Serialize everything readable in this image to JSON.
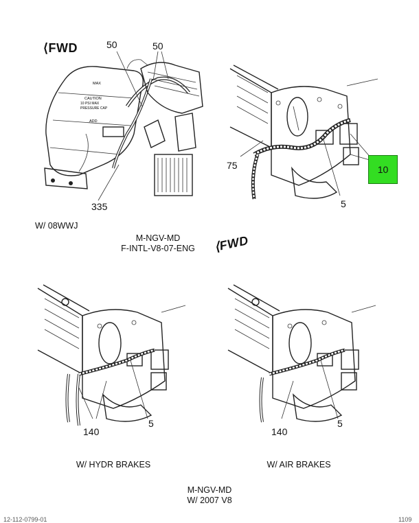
{
  "top_left": {
    "fwd_label": "FWD",
    "callouts": [
      "50",
      "50",
      "335"
    ],
    "reservoir_text": [
      "MAX",
      "CAUTION",
      "10 PSI MAX",
      "PRESSURE CAP",
      "ADD"
    ],
    "note": "W/ 08WWJ"
  },
  "top_right": {
    "callouts": [
      "75",
      "5",
      "10"
    ]
  },
  "top_caption": [
    "M-NGV-MD",
    "F-INTL-V8-07-ENG"
  ],
  "center_fwd_label": "FWD",
  "bottom_left": {
    "callouts": [
      "140",
      "5"
    ],
    "caption": "W/ HYDR BRAKES"
  },
  "bottom_right": {
    "callouts": [
      "140",
      "5"
    ],
    "caption": "W/ AIR BRAKES"
  },
  "bottom_caption": [
    "M-NGV-MD",
    "W/ 2007 V8"
  ],
  "footer": {
    "left": "12-112-0799-01",
    "right": "1109"
  },
  "colors": {
    "highlight_box": "#33dd22",
    "line": "#222222"
  }
}
